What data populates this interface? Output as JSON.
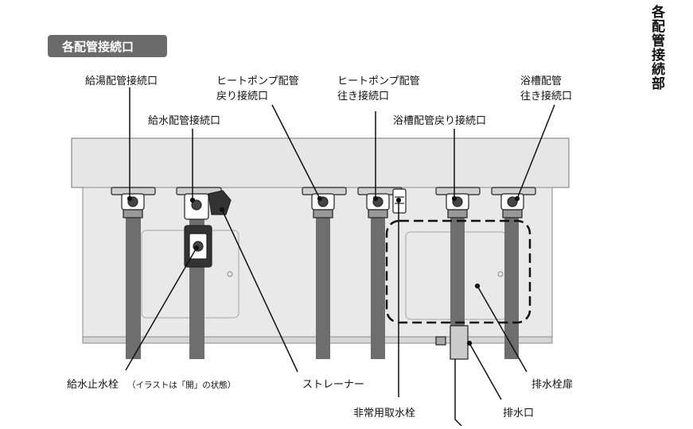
{
  "header_badge": "各配管接続口",
  "side_title": "各配管接続部",
  "labels": {
    "hot_water_supply": "給湯配管接続口",
    "water_supply": "給水配管接続口",
    "heatpump_return_l1": "ヒートポンプ配管",
    "heatpump_return_l2": "戻り接続口",
    "heatpump_outgoing_l1": "ヒートポンプ配管",
    "heatpump_outgoing_l2": "往き接続口",
    "bath_return": "浴槽配管戻り接続口",
    "bath_outgoing_l1": "浴槽配管",
    "bath_outgoing_l2": "往き接続口",
    "water_stop_valve": "給水止水栓",
    "water_stop_valve_note": "（イラストは「開」の状態）",
    "strainer": "ストレーナー",
    "emergency_tap": "非常用取水栓",
    "drain_door": "排水栓扉",
    "drain_port": "排水口"
  },
  "colors": {
    "badge_bg": "#6b6b6b",
    "body_fill": "#e4e4e4",
    "pipe_fill": "#6e6e6e",
    "line": "#111111"
  }
}
